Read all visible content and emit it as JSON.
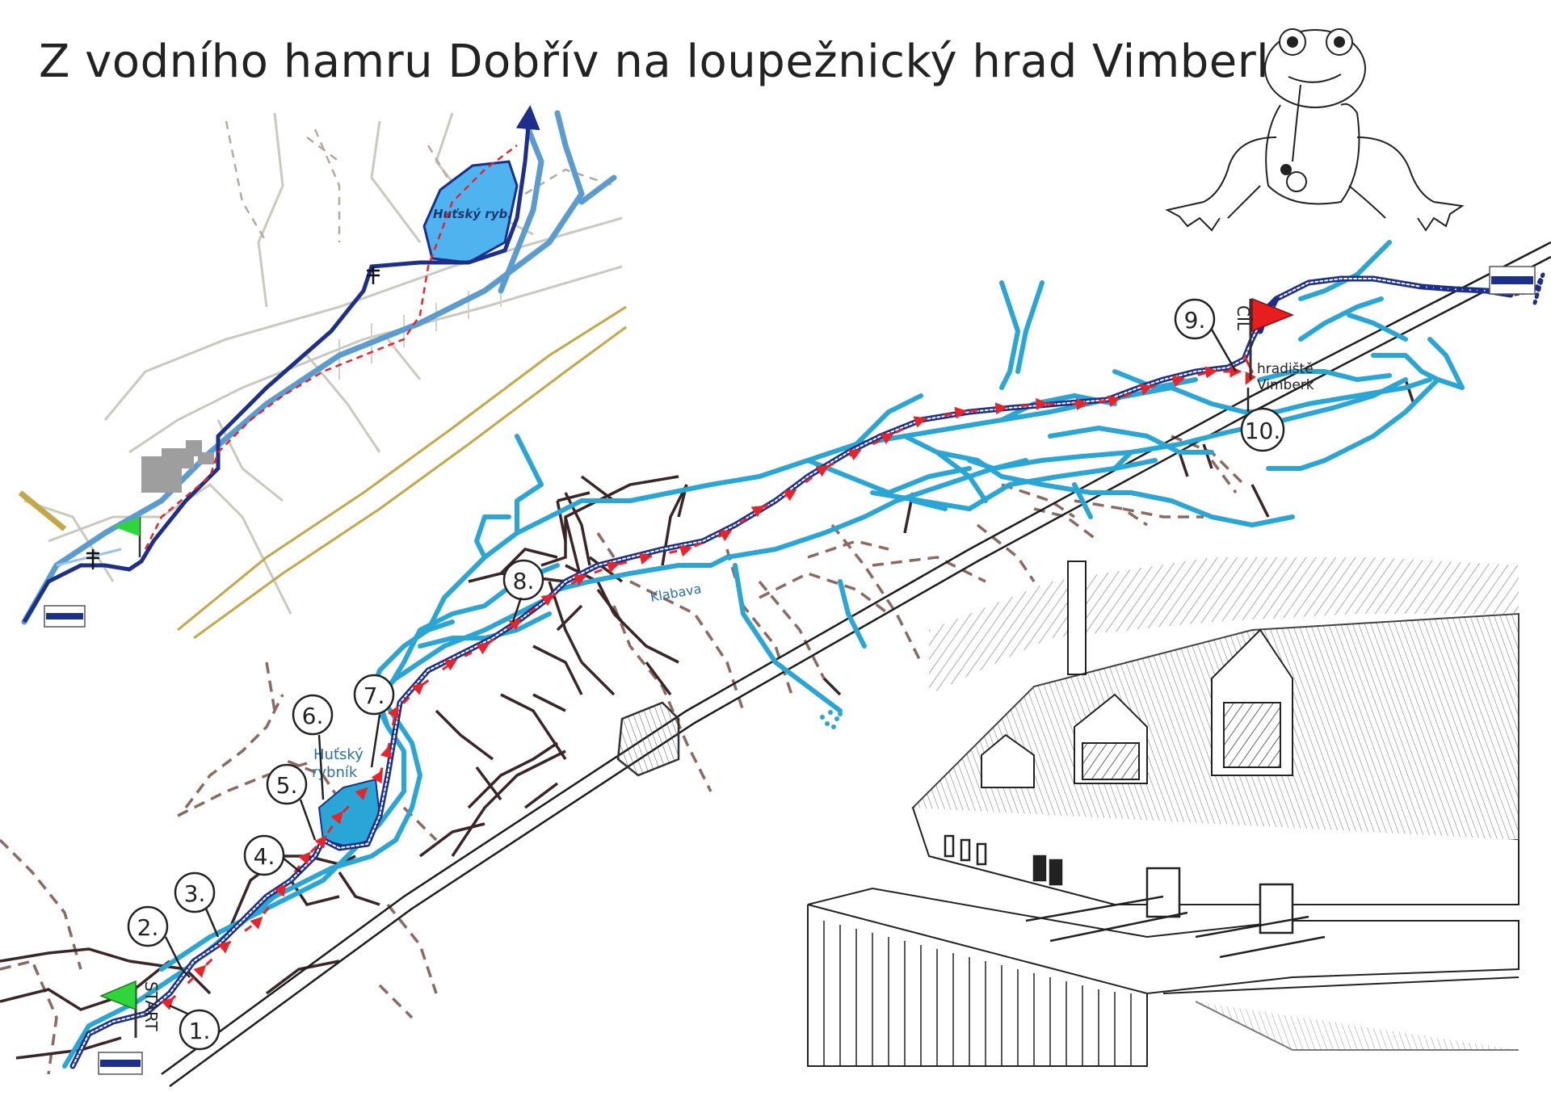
{
  "title": "Z vodního hamru Dobřív na loupežnický hrad Vimberk",
  "inset": {
    "pond_label": "Huťský ryb."
  },
  "main_map": {
    "river_label": "Klabava",
    "pond_label_line1": "Huťský",
    "pond_label_line2": "rybník",
    "start_label": "START",
    "finish_label": "CÍL",
    "hillfort_line1": "hradiště",
    "hillfort_line2": "Vimberk"
  },
  "stops": [
    "1.",
    "2.",
    "3.",
    "4.",
    "5.",
    "6.",
    "7.",
    "8.",
    "9.",
    "10."
  ],
  "colors": {
    "river": "#2aa6d6",
    "route_blue": "#1c2f8a",
    "route_red": "#e8232a",
    "path_brown": "#8a6a62",
    "road_dark": "#3a2626",
    "flag_green": "#2fd63a",
    "flag_red": "#e81e1e"
  },
  "icons": [
    "frog-mascot-icon",
    "green-start-flag-icon",
    "red-finish-flag-icon",
    "blue-trail-marker-icon",
    "signpost-icon"
  ]
}
